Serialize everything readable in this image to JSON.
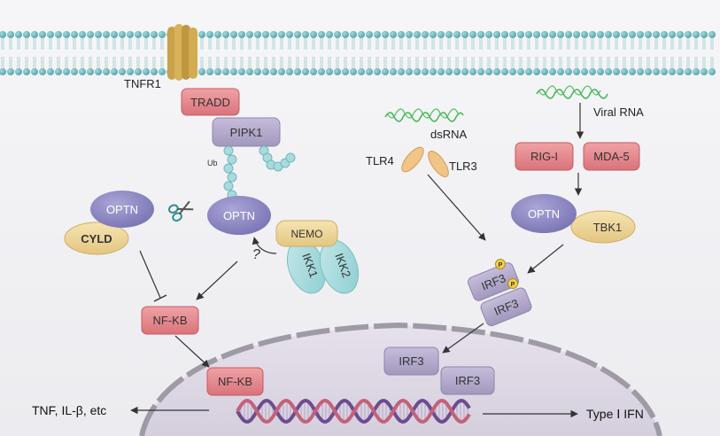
{
  "labels": {
    "tnfr1": "TNFR1",
    "tradd": "TRADD",
    "pipk1": "PIPK1",
    "ub": "Ub",
    "optn_left": "OPTN",
    "cyld": "CYLD",
    "optn_center": "OPTN",
    "nemo": "NEMO",
    "ikk1": "IKK1",
    "ikk2": "IKK2",
    "question": "?",
    "nfkb_cyto": "NF-KB",
    "nfkb_nuc": "NF-KB",
    "dsrna": "dsRNA",
    "tlr4": "TLR4",
    "tlr3": "TLR3",
    "viral_rna": "Viral RNA",
    "rig_i": "RIG-I",
    "mda5": "MDA-5",
    "optn_right": "OPTN",
    "tbk1": "TBK1",
    "irf3_p1": "IRF3",
    "irf3_p2": "IRF3",
    "phospho": "P",
    "irf3_nuc1": "IRF3",
    "irf3_nuc2": "IRF3",
    "output_left": "TNF, IL-β, etc",
    "output_right": "Type Ⅰ IFN"
  },
  "colors": {
    "background": "#f3f3f5",
    "membrane_head": "#6fb8be",
    "membrane_tail": "#bcd9dc",
    "receptor": "#c9a24a",
    "red_box": "#e2848a",
    "purple_box": "#b3a9cb",
    "optn": "#8b86c1",
    "cyld": "#ecd79a",
    "nemo": "#f0d69c",
    "ikk": "#a9dadc",
    "tlr": "#f1c488",
    "rna": "#3fb34f",
    "nucleus_fill": "#ddd7e4",
    "nucleus_border": "#9e9aa6"
  }
}
